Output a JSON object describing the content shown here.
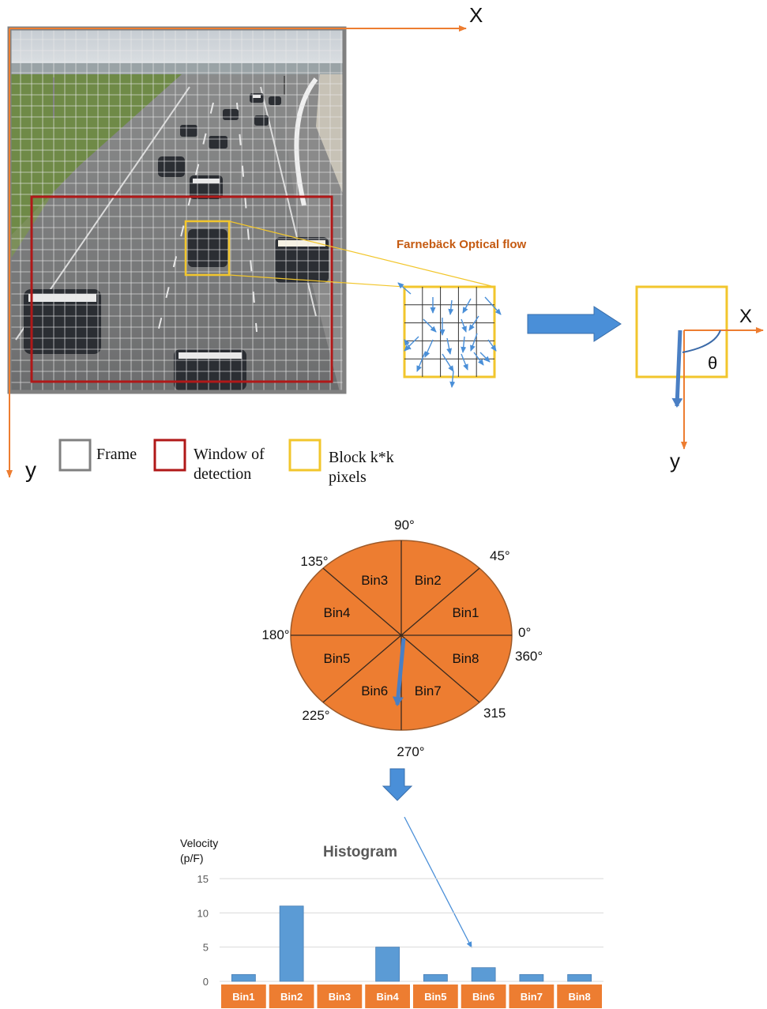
{
  "top": {
    "axis_x": "X",
    "axis_y": "y",
    "flow_label": "Farnebäck Optical flow",
    "right_axis_x": "X",
    "right_axis_y": "y",
    "theta": "θ"
  },
  "legend": [
    {
      "lines": [
        "Frame"
      ],
      "color": "#808080"
    },
    {
      "lines": [
        "Window of",
        "detection"
      ],
      "color": "#b01818"
    },
    {
      "lines": [
        "Block k*k",
        "pixels"
      ],
      "color": "#f2c62c"
    }
  ],
  "colors": {
    "orange": "#ed7d31",
    "blue": "#4a7fc4",
    "bar": "#5b9bd5",
    "gold": "#f2c62c",
    "red": "#b01818",
    "frame": "#808080",
    "grid": "#dcdcdc"
  },
  "wheel": {
    "angle_labels": [
      "90°",
      "45°",
      "0°",
      "360°",
      "315",
      "270°",
      "225°",
      "180°",
      "135°"
    ],
    "bin_labels": [
      "Bin1",
      "Bin2",
      "Bin3",
      "Bin4",
      "Bin5",
      "Bin6",
      "Bin7",
      "Bin8"
    ]
  },
  "chart_data": {
    "type": "bar",
    "title": "Histogram",
    "ylabel_lines": [
      "Velocity",
      "(p/F)"
    ],
    "categories": [
      "Bin1",
      "Bin2",
      "Bin3",
      "Bin4",
      "Bin5",
      "Bin6",
      "Bin7",
      "Bin8"
    ],
    "values": [
      1,
      11,
      0,
      5,
      1,
      2,
      1,
      1
    ],
    "ylim": [
      0,
      15
    ],
    "yticks": [
      0,
      5,
      10,
      15
    ],
    "grid": true
  }
}
